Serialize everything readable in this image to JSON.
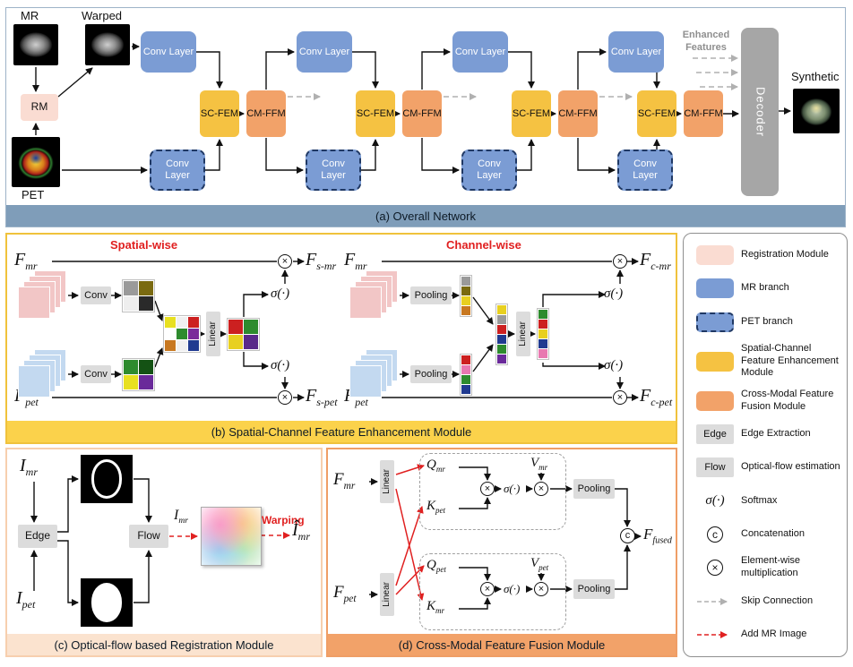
{
  "colors": {
    "mr_blue": "#7b9cd4",
    "pet_navy": "#1f3864",
    "scfem_yellow": "#f5c242",
    "cmffm_orange": "#f2a269",
    "rm_pink": "#fadcd2",
    "caption_a": "#7f9db9",
    "caption_b": "#fbd24b",
    "caption_c": "#fbe3cf",
    "caption_d": "#f2a269",
    "border_a": "#9db3c8",
    "border_b": "#f0c23c",
    "border_c": "#f7cfae",
    "border_d": "#ef9e66",
    "graybox": "#dcdcdc",
    "decoder_gray": "#a6a6a6",
    "accent_red": "#e02020",
    "skip_gray": "#b0b0b0",
    "stack_pink": "#f2c6c6",
    "stack_blue": "#c3d9f0"
  },
  "math": {
    "F": "F",
    "I": "I",
    "Ihat": "Î",
    "Q": "Q",
    "K": "K",
    "V": "V",
    "sigma": "σ(·)",
    "times": "×",
    "concat": "c",
    "sub_mr": "mr",
    "sub_pet": "pet",
    "sub_smr": "s-mr",
    "sub_spet": "s-pet",
    "sub_cmr": "c-mr",
    "sub_cpet": "c-pet",
    "sub_fused": "fused"
  },
  "boxes": {
    "conv": "Conv",
    "conv_layer": "Conv Layer",
    "linear": "Linear",
    "pooling": "Pooling",
    "edge": "Edge",
    "flow": "Flow",
    "rm": "RM",
    "scfem": "SC-FEM",
    "cmffm": "CM-FFM",
    "decoder": "Decoder"
  },
  "panel_a": {
    "caption": "(a) Overall Network",
    "mr": "MR",
    "warped": "Warped",
    "pet": "PET",
    "enhanced": "Enhanced Features",
    "synthetic": "Synthetic"
  },
  "panel_b": {
    "caption": "(b) Spatial-Channel Feature Enhancement Module",
    "spatial": "Spatial-wise",
    "channel": "Channel-wise"
  },
  "panel_c": {
    "caption": "(c) Optical-flow based Registration Module",
    "warping": "Warping"
  },
  "panel_d": {
    "caption": "(d) Cross-Modal Feature Fusion Module"
  },
  "legend": {
    "items": [
      {
        "label": "Registration Module"
      },
      {
        "label": "MR branch"
      },
      {
        "label": "PET branch"
      },
      {
        "label": "Spatial-Channel Feature Enhancement Module"
      },
      {
        "label": "Cross-Modal Feature Fusion Module"
      },
      {
        "label": "Edge Extraction"
      },
      {
        "label": "Optical-flow estimation"
      },
      {
        "label": "Softmax"
      },
      {
        "label": "Concatenation"
      },
      {
        "label": "Element-wise multiplication"
      },
      {
        "label": "Skip Connection"
      },
      {
        "label": "Add MR Image"
      }
    ]
  },
  "grids": {
    "mr_conv": [
      "#9a9a9a",
      "#7a6a10",
      "#eeeeee",
      "#2a2a2a"
    ],
    "pet_conv": [
      "#2e8b2e",
      "#145214",
      "#e8e020",
      "#6a2a9a"
    ],
    "merged_spatial": [
      "#e8e020",
      "#f0f0f0",
      "#cc2020",
      "#ffffff",
      "#2e8b2e",
      "#7a2a9a",
      "#c87820",
      "#f0f0f0",
      "#203a90"
    ],
    "linear_out_spatial": [
      "#cc2020",
      "#2e8b2e",
      "#e8d020",
      "#5a2a8a"
    ],
    "mr_pool": [
      "#9a9a9a",
      "#7a6a10",
      "#e8d020",
      "#c87820"
    ],
    "pet_pool": [
      "#cc2020",
      "#e878b0",
      "#2e8b2e",
      "#203a90"
    ],
    "merged_channel": [
      "#e8d020",
      "#9a9a9a",
      "#cc2020",
      "#203a90",
      "#2e8b2e",
      "#6a2a9a"
    ],
    "linear_out_channel": [
      "#2e8b2e",
      "#cc2020",
      "#e8d020",
      "#203a90",
      "#e878b0"
    ]
  }
}
